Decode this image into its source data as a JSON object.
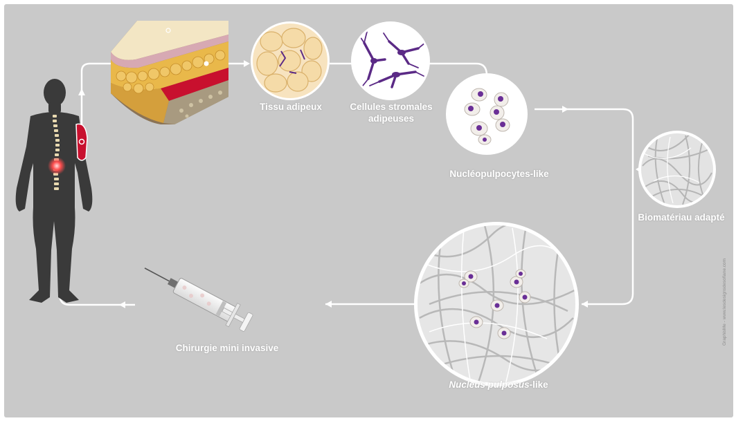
{
  "labels": {
    "adipose_tissue": "Tissu adipeux",
    "stromal_cells_line1": "Cellules stromales",
    "stromal_cells_line2": "adipeuses",
    "nucleopulpocytes": "Nucléopulpocytes-like",
    "biomaterial": "Biomatériau adapté",
    "nucleus_pulposus_italic": "Nucleus pulposus",
    "nucleus_pulposus_suffix": "-like",
    "surgery": "Chirurgie mini invasive"
  },
  "credit": "GraphisMe - www.lesdesignsdesofiane.com",
  "colors": {
    "panel": "#c9c9c9",
    "cycle_line": "#ffffff",
    "silhouette": "#3a3a3a",
    "cell_stain": "#5b2a86",
    "fat": "#e9b84a",
    "muscle": "#c8102e"
  }
}
